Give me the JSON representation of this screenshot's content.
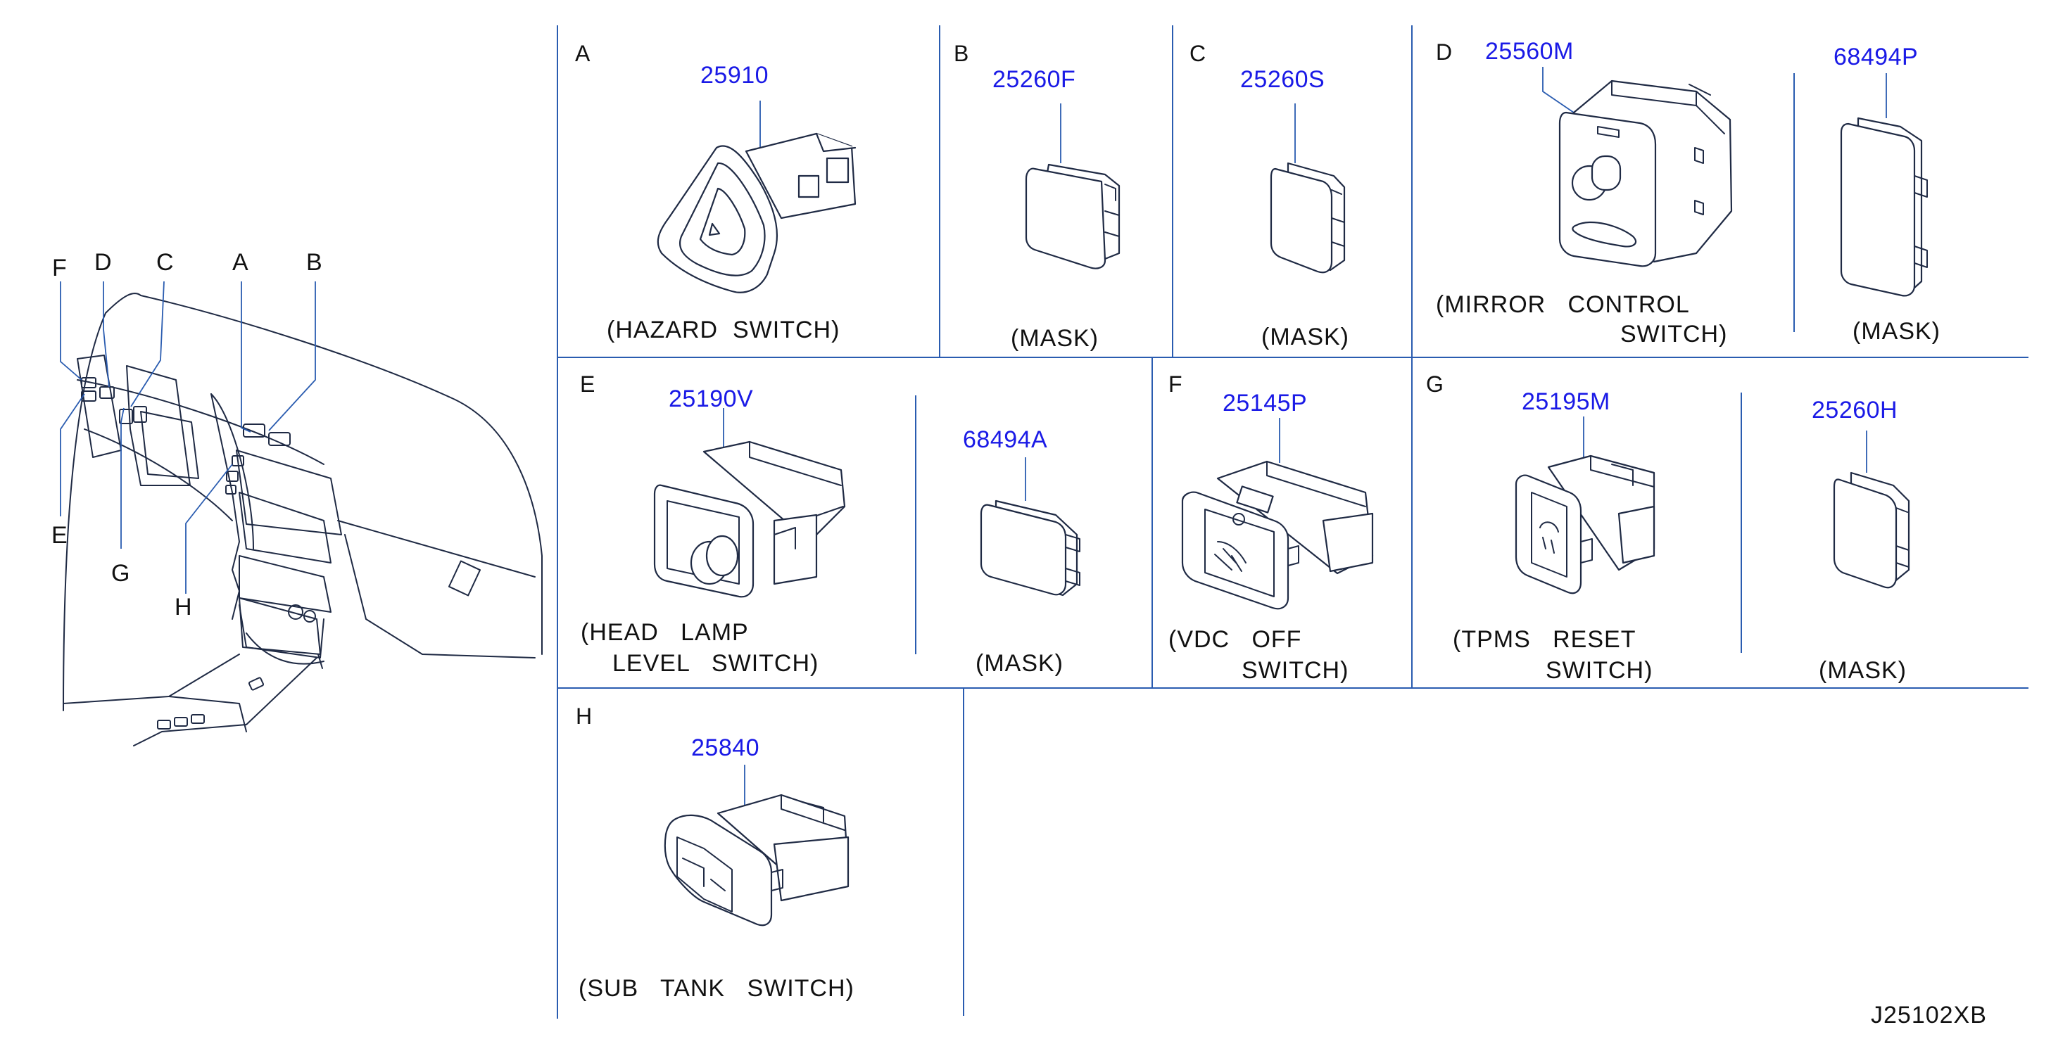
{
  "dashboard": {
    "callouts": [
      "F",
      "D",
      "C",
      "A",
      "B",
      "E",
      "G",
      "H"
    ]
  },
  "sections": {
    "A": {
      "letter": "A",
      "parts": [
        {
          "number": "25910",
          "desc_lines": [
            "(HAZARD  SWITCH)"
          ]
        }
      ]
    },
    "B": {
      "letter": "B",
      "parts": [
        {
          "number": "25260F",
          "desc_lines": [
            "(MASK)"
          ]
        }
      ]
    },
    "C": {
      "letter": "C",
      "parts": [
        {
          "number": "25260S",
          "desc_lines": [
            "(MASK)"
          ]
        }
      ]
    },
    "D": {
      "letter": "D",
      "parts": [
        {
          "number": "25560M",
          "desc_lines": [
            "(MIRROR   CONTROL",
            "SWITCH)"
          ]
        },
        {
          "number": "68494P",
          "desc_lines": [
            "(MASK)"
          ]
        }
      ]
    },
    "E": {
      "letter": "E",
      "parts": [
        {
          "number": "25190V",
          "desc_lines": [
            "(HEAD   LAMP",
            "LEVEL   SWITCH)"
          ]
        },
        {
          "number": "68494A",
          "desc_lines": [
            "(MASK)"
          ]
        }
      ]
    },
    "F": {
      "letter": "F",
      "parts": [
        {
          "number": "25145P",
          "desc_lines": [
            "(VDC   OFF",
            "SWITCH)"
          ]
        }
      ]
    },
    "G": {
      "letter": "G",
      "parts": [
        {
          "number": "25195M",
          "desc_lines": [
            "(TPMS   RESET",
            "SWITCH)"
          ]
        },
        {
          "number": "25260H",
          "desc_lines": [
            "(MASK)"
          ]
        }
      ]
    },
    "H": {
      "letter": "H",
      "parts": [
        {
          "number": "25840",
          "desc_lines": [
            "(SUB   TANK   SWITCH)"
          ]
        }
      ]
    }
  },
  "diagram_code": "J25102XB",
  "colors": {
    "part_number": "#1a1ae6",
    "grid_line": "#2a5cb0",
    "drawing": "#1f2a44"
  }
}
